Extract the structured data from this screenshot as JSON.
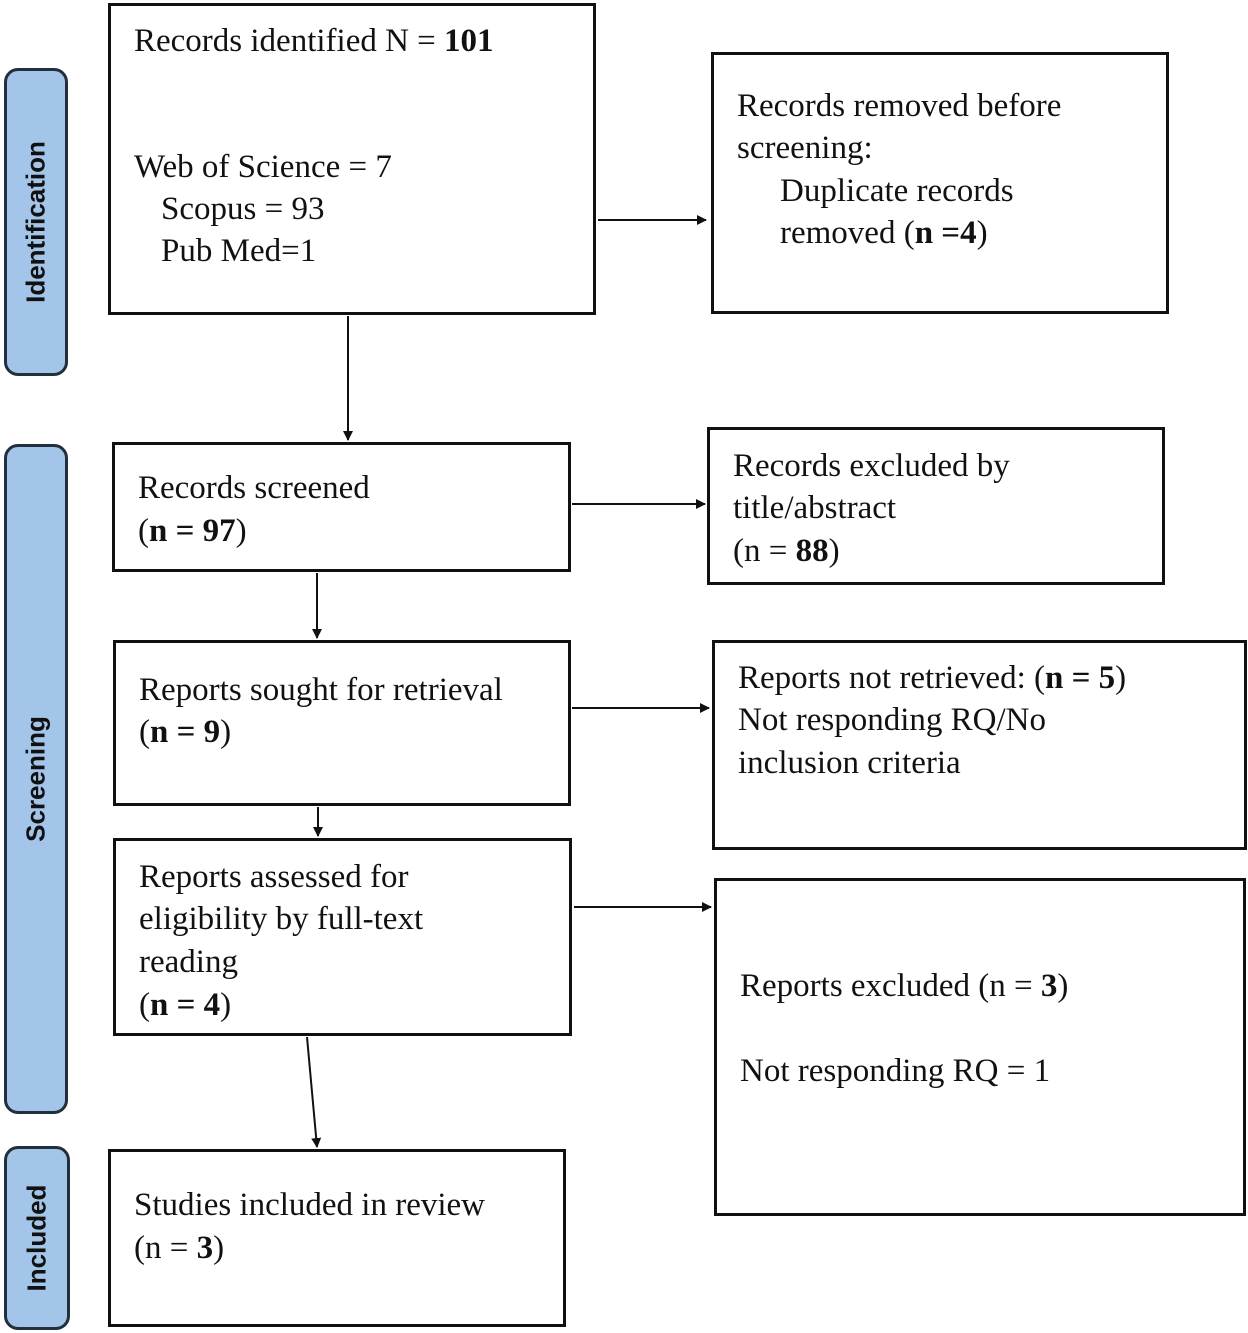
{
  "phases": {
    "identification": "Identification",
    "screening": "Screening",
    "included": "Included"
  },
  "boxes": {
    "identified": {
      "title_prefix": "Records identified N = ",
      "title_count": "101",
      "wos": "Web of Science = 7",
      "scopus": "Scopus = 93",
      "pubmed": "Pub Med=1"
    },
    "removed": {
      "line1": "Records removed before",
      "line2": "screening:",
      "line3": "Duplicate records",
      "line4_prefix": "removed (",
      "line4_count": "n =4",
      "line4_suffix": ")"
    },
    "screened": {
      "line1": "Records screened",
      "open": "(",
      "count": "n = 97",
      "close": ")"
    },
    "excluded_title": {
      "line1": "Records excluded by",
      "line2": "title/abstract",
      "open": "(n = ",
      "count": "88",
      "close": ")"
    },
    "sought": {
      "line1": "Reports sought for retrieval",
      "open": "(",
      "count": "n = 9",
      "close": ")"
    },
    "not_retrieved": {
      "line1_prefix": "Reports not retrieved: (",
      "line1_count": "n = 5",
      "line1_suffix": ")",
      "line2": "Not responding RQ/No",
      "line3": "inclusion criteria"
    },
    "assessed": {
      "line1": "Reports assessed for",
      "line2": "eligibility by full-text",
      "line3": "reading",
      "open": "(",
      "count": "n = 4",
      "close": ")"
    },
    "reports_excluded": {
      "line1_prefix": "Reports excluded (n = ",
      "line1_count": "3",
      "line1_suffix": ")",
      "line2": "Not responding RQ = 1"
    },
    "included": {
      "line1": "Studies included in review",
      "open": "(n = ",
      "count": "3",
      "close": ")"
    }
  }
}
